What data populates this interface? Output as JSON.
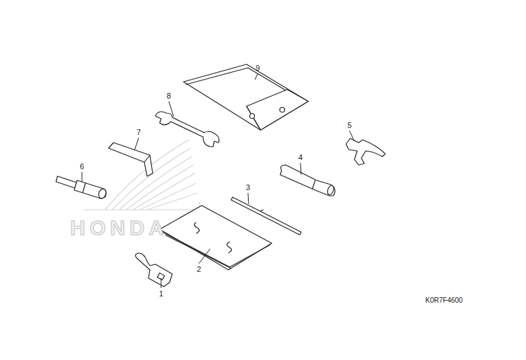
{
  "diagram": {
    "labels": [
      "9",
      "8",
      "7",
      "6",
      "5",
      "4",
      "3",
      "2",
      "1",
      "HONDA",
      "K0R7F4600"
    ]
  }
}
